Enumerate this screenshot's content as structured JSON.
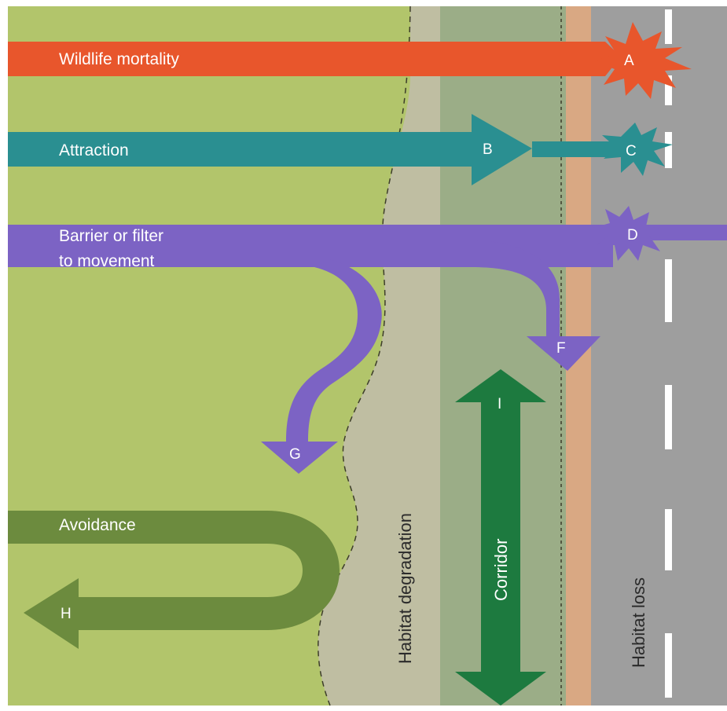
{
  "colors": {
    "habitat": "#b2c56b",
    "degradation": "#bfbea2",
    "corridor": "#9bad87",
    "verge": "#d9a883",
    "road": "#9e9e9e",
    "mortality": "#e8562c",
    "attraction": "#2a8f91",
    "barrier": "#7c63c4",
    "avoidance": "#6c8b3e",
    "corridor_arrow": "#1d7a3f"
  },
  "arrows": {
    "mortality": {
      "label": "Wildlife mortality",
      "letter": "A"
    },
    "attraction": {
      "label": "Attraction",
      "letter": "B",
      "burst_letter": "C"
    },
    "barrier": {
      "label_line1": "Barrier or filter",
      "label_line2": "to movement",
      "letter": "D",
      "branch_road_letter": "F",
      "branch_habitat_letter": "G"
    },
    "avoidance": {
      "label": "Avoidance",
      "letter": "H"
    },
    "corridor": {
      "letter": "I"
    }
  },
  "zones": {
    "degradation": "Habitat degradation",
    "corridor": "Corridor",
    "loss": "Habitat loss"
  }
}
